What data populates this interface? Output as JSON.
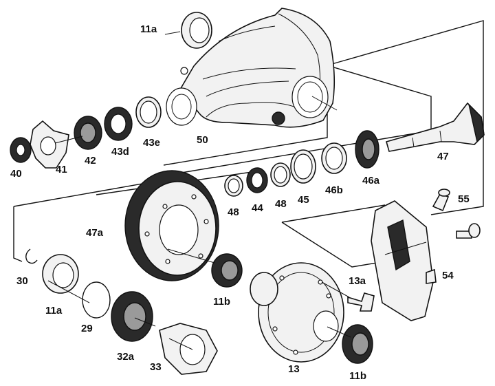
{
  "labels": {
    "l11a_top": "11a",
    "l50": "50",
    "l40": "40",
    "l41": "41",
    "l42": "42",
    "l43d": "43d",
    "l43e": "43e",
    "l47": "47",
    "l46a": "46a",
    "l46b": "46b",
    "l45": "45",
    "l48a": "48",
    "l44": "44",
    "l48b": "48",
    "l47a": "47a",
    "l55": "55",
    "l54": "54",
    "l30": "30",
    "l11a_left": "11a",
    "l29": "29",
    "l32a": "32a",
    "l33": "33",
    "l11b_mid": "11b",
    "l13a": "13a",
    "l13": "13",
    "l11b_bot": "11b"
  }
}
